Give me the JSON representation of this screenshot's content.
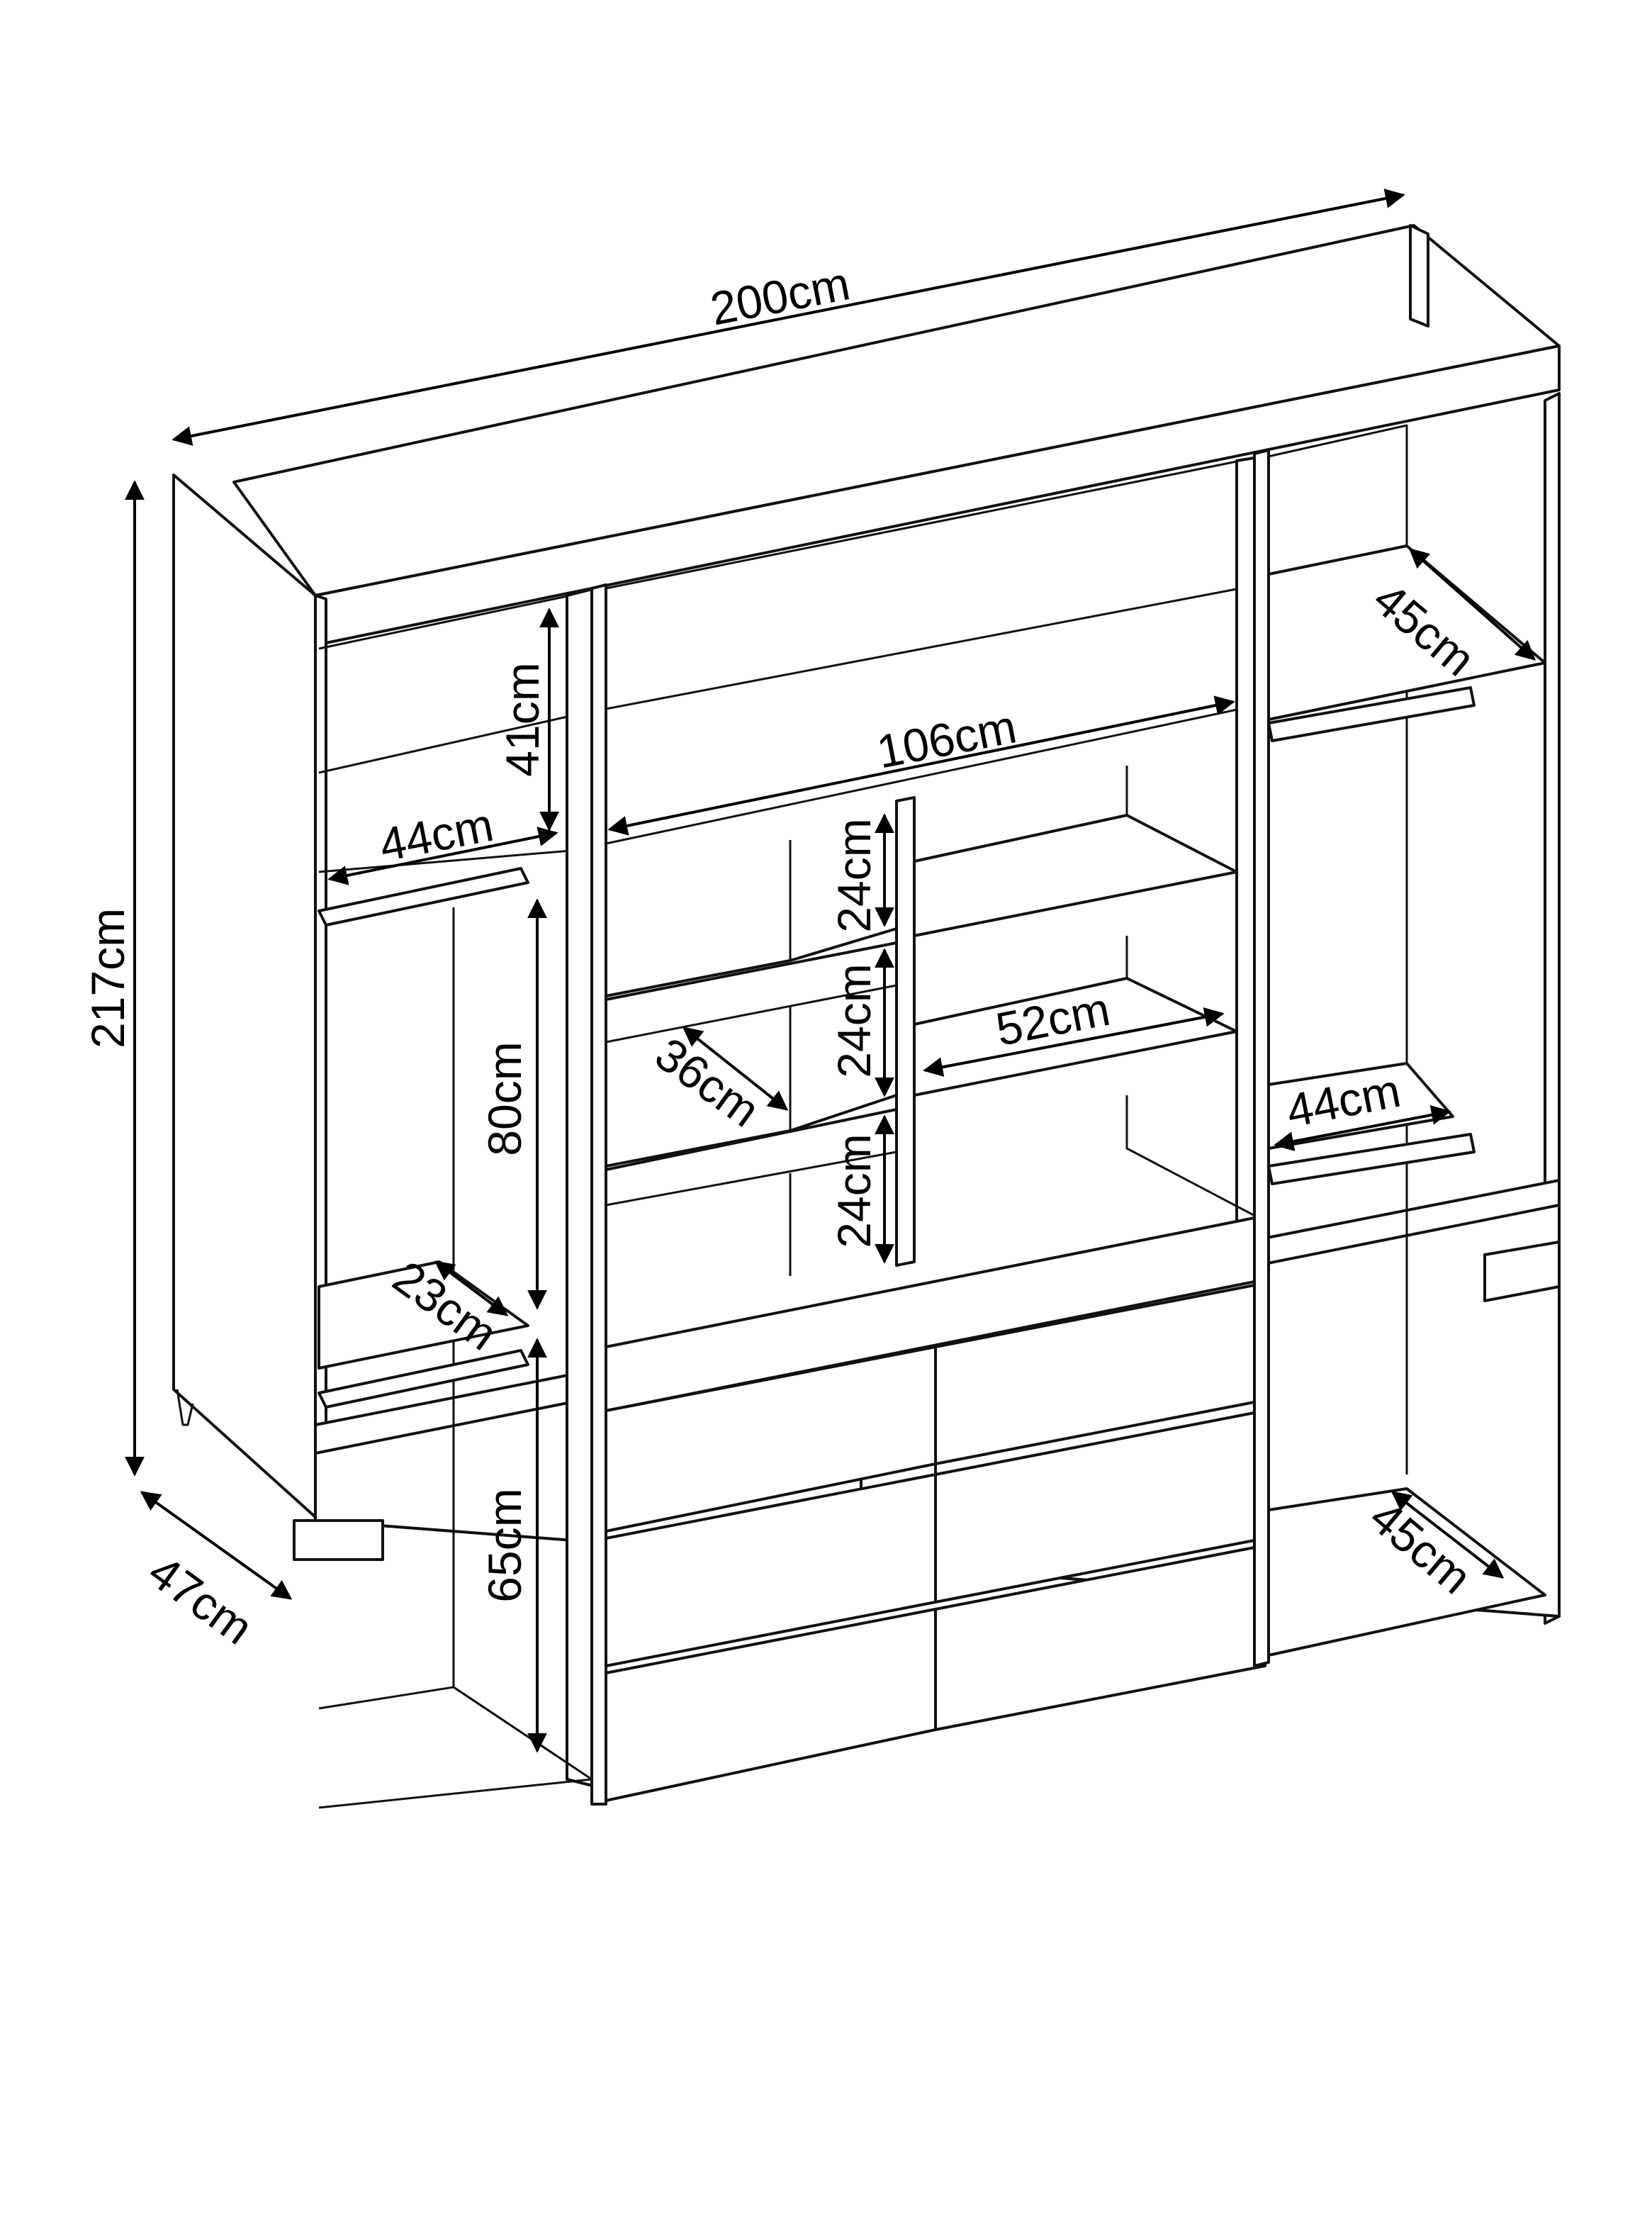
{
  "dimensions": {
    "width": "200cm",
    "height": "217cm",
    "depth": "47cm",
    "top_compartment_height": "41cm",
    "left_rail_width": "44cm",
    "center_width": "106cm",
    "right_top_depth": "45cm",
    "left_hanging_height": "80cm",
    "left_shelf_depth": "23cm",
    "left_lower_hanging_height": "65cm",
    "shelf_gap_1": "24cm",
    "shelf_gap_2": "24cm",
    "shelf_gap_3": "24cm",
    "center_shelf_depth": "36cm",
    "center_right_shelf_width": "52cm",
    "right_rail_width": "44cm",
    "right_bottom_depth": "45cm"
  },
  "colors": {
    "line": "#111111",
    "background": "#ffffff"
  }
}
